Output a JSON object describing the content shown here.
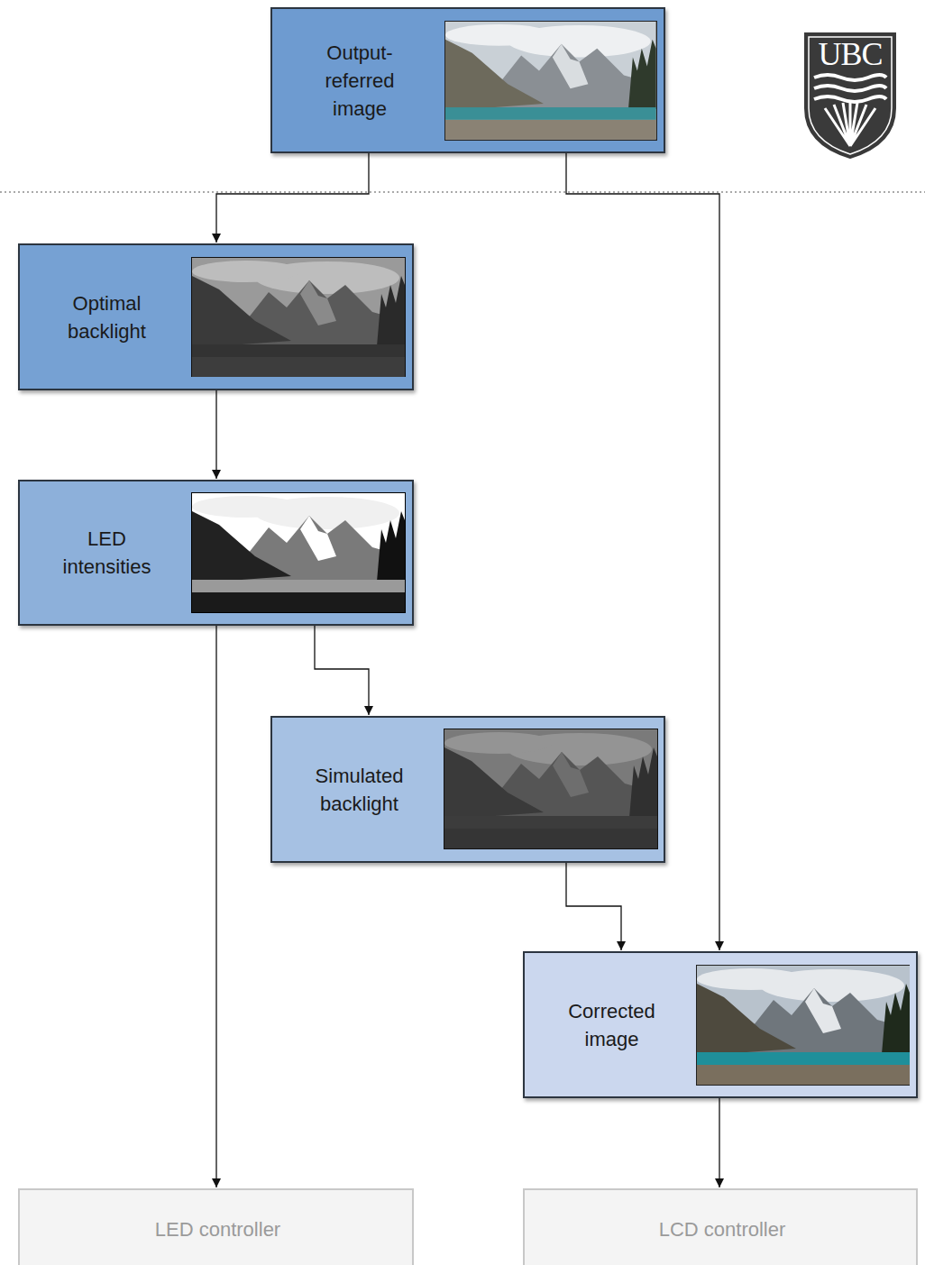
{
  "diagram": {
    "nodes": [
      {
        "text": [
          "Output-referred image"
        ]
      },
      {
        "text": [
          "Optimal backlight"
        ]
      },
      {
        "text": [
          "LED intensities"
        ]
      },
      {
        "text": [
          "Simulated backlight"
        ]
      },
      {
        "text": [
          "Corrected image"
        ]
      },
      {
        "text": [
          "LED controller"
        ]
      },
      {
        "text": [
          "LCD controller"
        ]
      }
    ],
    "edges": [
      {
        "from": 0,
        "to": 1,
        "arrow": "to"
      },
      {
        "from": 0,
        "to": 4,
        "arrow": "to"
      },
      {
        "from": 1,
        "to": 2,
        "arrow": "to"
      },
      {
        "from": 2,
        "to": 5,
        "arrow": "to"
      },
      {
        "from": 2,
        "to": 3,
        "arrow": "to"
      },
      {
        "from": 3,
        "to": 4,
        "arrow": "to"
      },
      {
        "from": 4,
        "to": 6,
        "arrow": "to"
      }
    ],
    "labels": [
      "UBC"
    ]
  }
}
